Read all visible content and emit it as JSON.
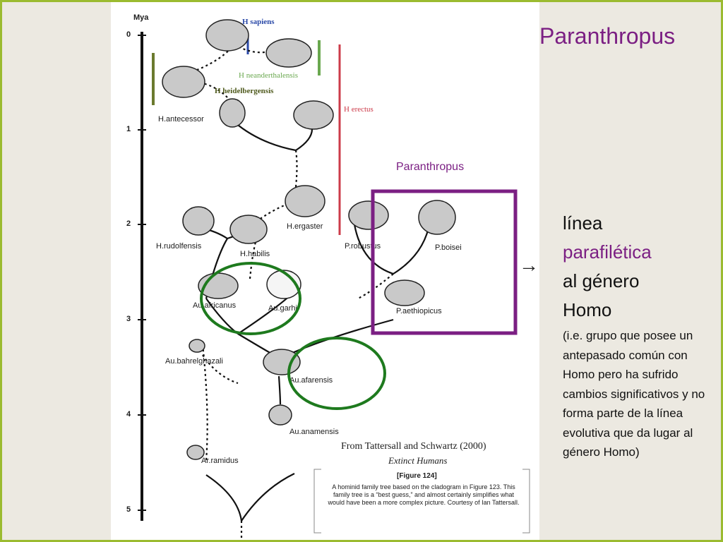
{
  "slide": {
    "title": "Paranthropus",
    "box_label": "Paranthropus",
    "arrow": "→",
    "text_line1": "línea",
    "text_line2": "parafilética",
    "text_line3": "al género",
    "text_line4": "Homo",
    "note": "(i.e. grupo que posee un antepasado común con Homo pero ha sufrido cambios significativos y no forma parte de la línea evolutiva que da lugar al género Homo)"
  },
  "figure": {
    "axis_title": "Mya",
    "ticks": [
      "0",
      "1",
      "2",
      "3",
      "4",
      "5"
    ],
    "species": {
      "h_sapiens": "H sapiens",
      "h_neanderthalensis": "H neanderthalensis",
      "h_heidelbergensis": "H heidelbergensis",
      "h_erectus": "H erectus",
      "h_antecessor": "H.antecessor",
      "h_ergaster": "H.ergaster",
      "h_rudolfensis": "H.rudolfensis",
      "h_habilis": "H.habilis",
      "p_robustus": "P.robustus",
      "p_boisei": "P.boisei",
      "p_aethiopicus": "P.aethiopicus",
      "au_africanus": "Au.africanus",
      "au_garhi": "Au.garhi",
      "au_bahrelghazali": "Au.bahrelghazali",
      "au_afarensis": "Au.afarensis",
      "au_anamensis": "Au.anamensis",
      "ar_ramidus": "Ar.ramidus"
    },
    "source_line1": "From Tattersall and Schwartz (2000)",
    "source_line2": "Extinct Humans",
    "figure_number": "[Figure 124]",
    "caption": "A hominid family tree based on the cladogram in Figure 123. This family tree is a “best guess,” and almost certainly simplifies what would have been a more complex picture. Courtesy of Ian Tattersall."
  },
  "colors": {
    "frame": "#9bbb30",
    "paranthropus_purple": "#7b1f83",
    "highlight_green": "#1e7a1e",
    "sapiens_blue": "#2b4aa8",
    "neanderthal_green": "#6aa84f",
    "heidelbergensis_olive": "#6b7a2e",
    "erectus_red": "#cc3b4a"
  }
}
